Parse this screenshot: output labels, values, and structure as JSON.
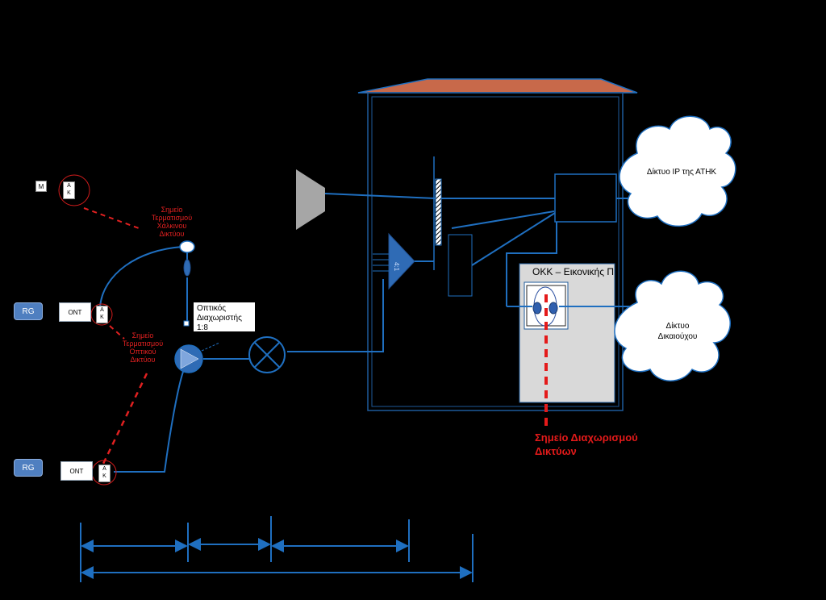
{
  "left_panel": {
    "m_label": "M",
    "ak_label_top": "A",
    "ak_label_bottom": "K",
    "rg_label": "RG",
    "ont_label": "ONT",
    "copper_termination": [
      "Σημείο",
      "Τερματισμού",
      "Χάλκινου",
      "Δικτύου"
    ],
    "optical_termination": [
      "Σημείο",
      "Τερματισμού",
      "Οπτικού",
      "Δικτύου"
    ],
    "splitter_label": [
      "Οπτικός",
      "Διαχωριστής",
      "1:8"
    ]
  },
  "building": {
    "okk_title": "ΟΚΚ – Εικονικής Π",
    "roof_color": "#c8694a",
    "amplifier_label": "4:1"
  },
  "clouds": {
    "ip_network": "Δίκτυο  IP της ΑΤΗΚ",
    "beneficiary_network": [
      "Δίκτυο",
      "Δικαιούχου"
    ]
  },
  "separation_point": [
    "Σημείο Διαχωρισμού",
    "Δικτύων"
  ],
  "colors": {
    "line_blue": "#1f6fc0",
    "red": "#e02020",
    "building_border": "#1e5a9a"
  }
}
